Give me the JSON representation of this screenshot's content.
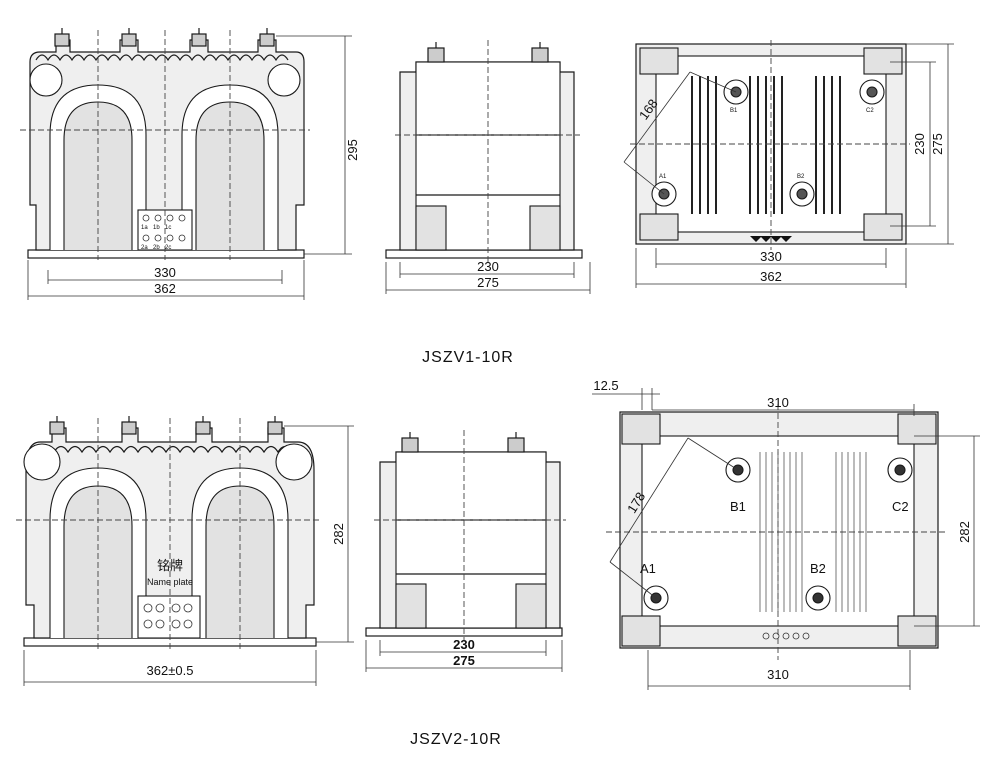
{
  "top": {
    "caption": "JSZV1-10R",
    "front": {
      "dim_height": "295",
      "dim_inner_width": "330",
      "dim_outer_width": "362"
    },
    "side": {
      "dim_inner_width": "230",
      "dim_outer_width": "275"
    },
    "plan": {
      "dim_diagonal": "168",
      "dim_inner_height": "230",
      "dim_outer_height": "275",
      "dim_inner_width": "330",
      "dim_outer_width": "362",
      "terminals": [
        "A1",
        "B1",
        "B2",
        "C2"
      ],
      "terminal_strip_labels": [
        "1a",
        "1b",
        "1c",
        "2a",
        "2b",
        "2c"
      ]
    }
  },
  "bottom": {
    "caption": "JSZV2-10R",
    "front": {
      "dim_height": "282",
      "dim_width": "362±0.5",
      "nameplate_cn": "铭牌",
      "nameplate_en": "Name plate"
    },
    "side": {
      "dim_inner_width": "230",
      "dim_outer_width": "275"
    },
    "plan": {
      "dim_top_offset": "12.5",
      "dim_top_width": "310",
      "dim_diagonal": "178",
      "dim_height": "282",
      "dim_width": "310",
      "terminals": {
        "a1": "A1",
        "b1": "B1",
        "b2": "B2",
        "c2": "C2"
      }
    }
  }
}
